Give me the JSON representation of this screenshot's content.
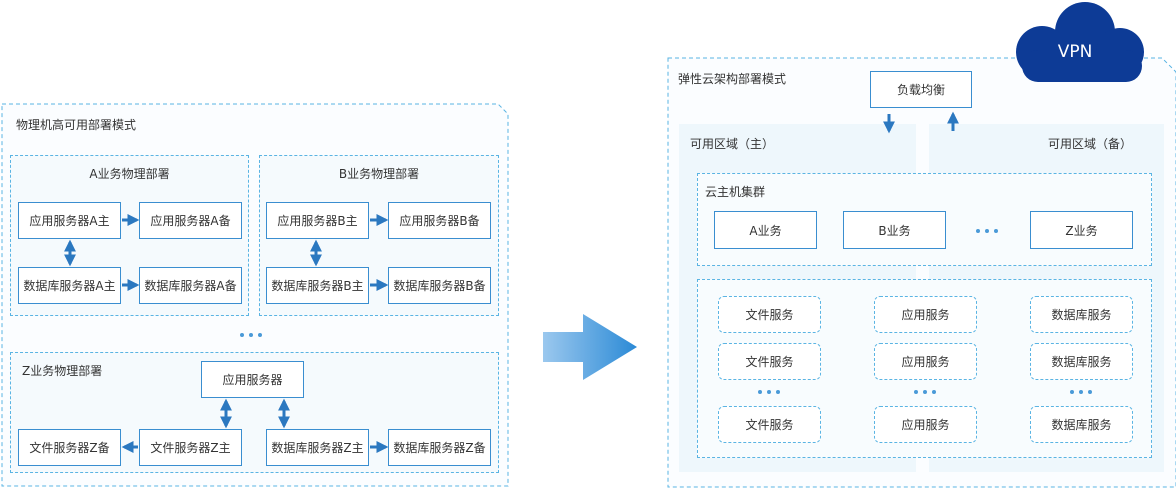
{
  "left": {
    "title": "物理机高可用部署模式",
    "group_a": {
      "title": "A业务物理部署",
      "app_main": "应用服务器A主",
      "app_backup": "应用服务器A备",
      "db_main": "数据库服务器A主",
      "db_backup": "数据库服务器A备"
    },
    "group_b": {
      "title": "B业务物理部署",
      "app_main": "应用服务器B主",
      "app_backup": "应用服务器B备",
      "db_main": "数据库服务器B主",
      "db_backup": "数据库服务器B备"
    },
    "group_z": {
      "title": "Z业务物理部署",
      "app_server": "应用服务器",
      "file_backup": "文件服务器Z备",
      "file_main": "文件服务器Z主",
      "db_main": "数据库服务器Z主",
      "db_backup": "数据库服务器Z备"
    }
  },
  "right": {
    "title": "弹性云架构部署模式",
    "vpn": "VPN",
    "load_balancer": "负载均衡",
    "zone_main": "可用区域（主）",
    "zone_backup": "可用区域（备）",
    "cluster": {
      "title": "云主机集群",
      "biz_a": "A业务",
      "biz_b": "B业务",
      "biz_z": "Z业务"
    },
    "services": {
      "col1": [
        "文件服务",
        "文件服务",
        "文件服务"
      ],
      "col2": [
        "应用服务",
        "应用服务",
        "应用服务"
      ],
      "col3": [
        "数据库服务",
        "数据库服务",
        "数据库服务"
      ]
    }
  },
  "colors": {
    "border": "#5ab4e3",
    "node_border": "#3a8ed0",
    "arrow": "#2b78c0",
    "panel": "#eef7fc",
    "vpn_cloud": "#0d3b96"
  }
}
